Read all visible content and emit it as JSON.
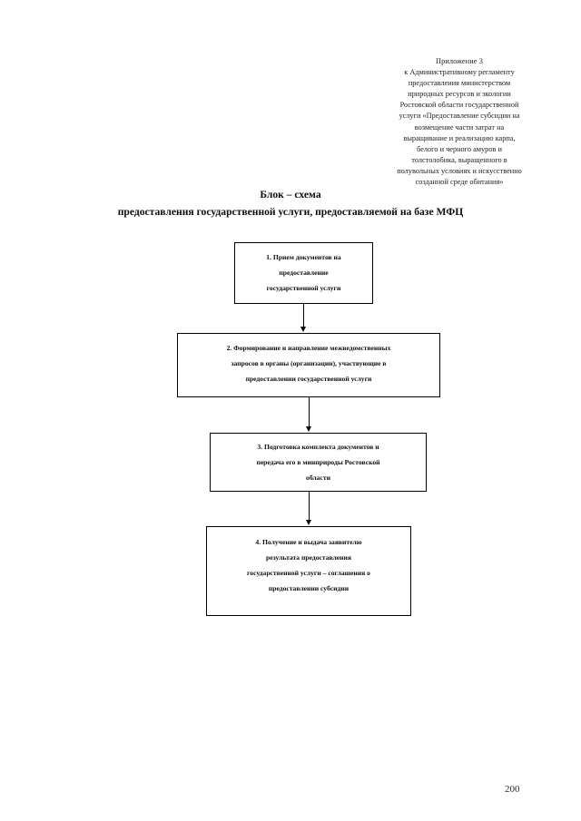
{
  "document": {
    "page_number": "200",
    "appendix_header": {
      "lines": [
        "Приложение 3",
        "к Административному регламенту",
        "предоставления министерством",
        "природных ресурсов и экологии",
        "Ростовской области государственной",
        "услуги «Предоставление субсидии на",
        "возмещение части затрат на",
        "выращивание и реализацию  карпа,",
        "белого и черного амуров и",
        "толстолобика, выращенного в",
        "полувольных условиях и искусственно",
        "созданной среде обитания»"
      ]
    },
    "title": {
      "line1": "Блок – схема",
      "line2": "предоставления государственной услуги, предоставляемой на базе МФЦ"
    }
  },
  "flowchart": {
    "type": "flowchart",
    "orientation": "vertical",
    "nodes": [
      {
        "id": "1",
        "lines": [
          "1. Прием документов на",
          "предоставление",
          "государственной услуги"
        ]
      },
      {
        "id": "2",
        "lines": [
          "2. Формирование и направление межведомственных",
          "запросов в органы (организации), участвующие в",
          "предоставлении государственной услуги"
        ]
      },
      {
        "id": "3",
        "lines": [
          "3. Подготовка комплекта документов и",
          "передача его в минприроды Ростовской",
          "области"
        ]
      },
      {
        "id": "4",
        "lines": [
          "4. Получение и выдача заявителю",
          "результата предоставления",
          "государственной услуги – соглашения о",
          "предоставлении субсидии"
        ]
      }
    ],
    "edges": [
      {
        "from": "1",
        "to": "2",
        "style": "arrow-down"
      },
      {
        "from": "2",
        "to": "3",
        "style": "arrow-down"
      },
      {
        "from": "3",
        "to": "4",
        "style": "arrow-down"
      }
    ]
  }
}
